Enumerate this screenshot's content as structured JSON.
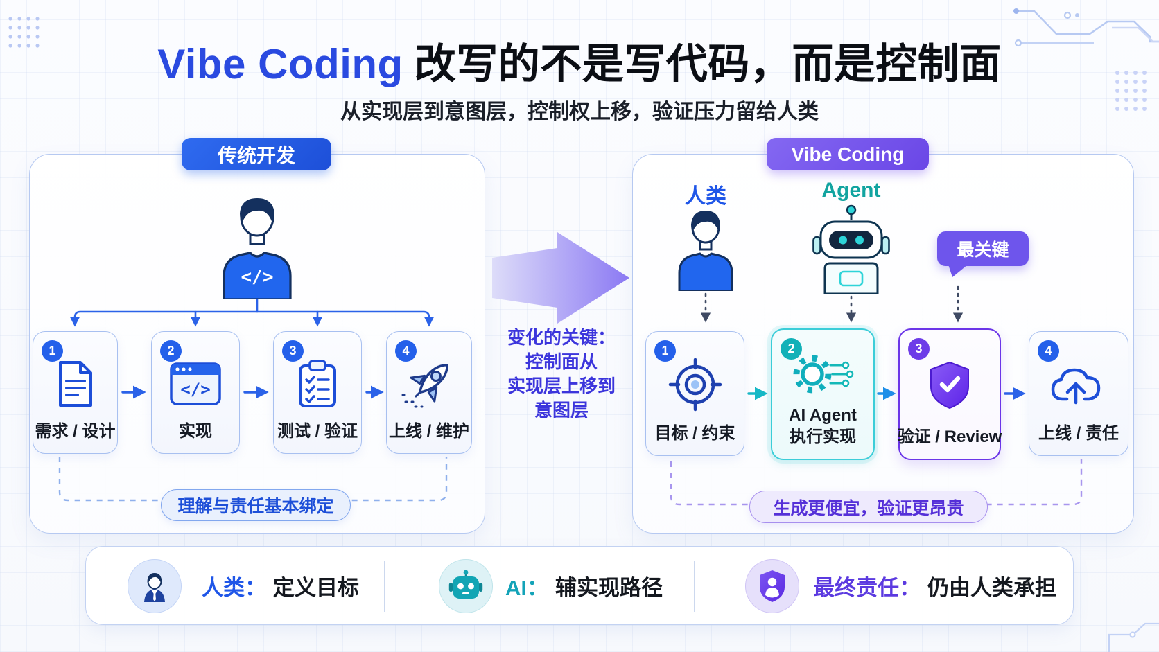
{
  "page": {
    "title_brand": "Vibe Coding",
    "title_rest": "改写的不是写代码，而是控制面",
    "subtitle": "从实现层到意图层，控制权上移，验证压力留给人类"
  },
  "glyphs": {
    "code": "</>"
  },
  "left_panel": {
    "header": "传统开发",
    "actor": "developer",
    "steps": [
      {
        "num": "1",
        "label": "需求 / 设计",
        "icon": "document-icon"
      },
      {
        "num": "2",
        "label": "实现",
        "icon": "code-window-icon"
      },
      {
        "num": "3",
        "label": "测试 / 验证",
        "icon": "checklist-icon"
      },
      {
        "num": "4",
        "label": "上线 / 维护",
        "icon": "rocket-icon"
      }
    ],
    "footnote": "理解与责任基本绑定"
  },
  "transition": {
    "line1": "变化的关键：",
    "line2": "控制面从",
    "line3": "实现层上移到",
    "line4": "意图层"
  },
  "right_panel": {
    "header": "Vibe Coding",
    "human_label": "人类",
    "agent_label": "Agent",
    "callout": "最关键",
    "steps": [
      {
        "num": "1",
        "label": "目标 / 约束",
        "icon": "target-icon"
      },
      {
        "num": "2",
        "label_line1": "AI Agent",
        "label_line2": "执行实现",
        "icon": "gear-circuit-icon"
      },
      {
        "num": "3",
        "label": "验证 / Review",
        "icon": "shield-check-icon"
      },
      {
        "num": "4",
        "label": "上线 / 责任",
        "icon": "cloud-upload-icon"
      }
    ],
    "footnote": "生成更便宜，验证更昂贵"
  },
  "legend": {
    "items": [
      {
        "term": "人类：",
        "desc": "定义目标",
        "icon": "person-avatar-icon"
      },
      {
        "term": "AI：",
        "desc": "辅实现路径",
        "icon": "robot-icon"
      },
      {
        "term": "最终责任：",
        "desc": "仍由人类承担",
        "icon": "shield-user-icon"
      }
    ]
  },
  "colors": {
    "brand_blue": "#2a4ae0",
    "accent_blue": "#2563eb",
    "accent_teal": "#14b8b8",
    "accent_purple": "#6e55ec",
    "transition_text": "#3c35dc",
    "panel_border": "#b6c9f1",
    "dashed_blue": "#8fb0ec",
    "dashed_purple": "#a896ee",
    "dashed_slate": "#3f4a63",
    "title_black": "#0b0e14"
  }
}
